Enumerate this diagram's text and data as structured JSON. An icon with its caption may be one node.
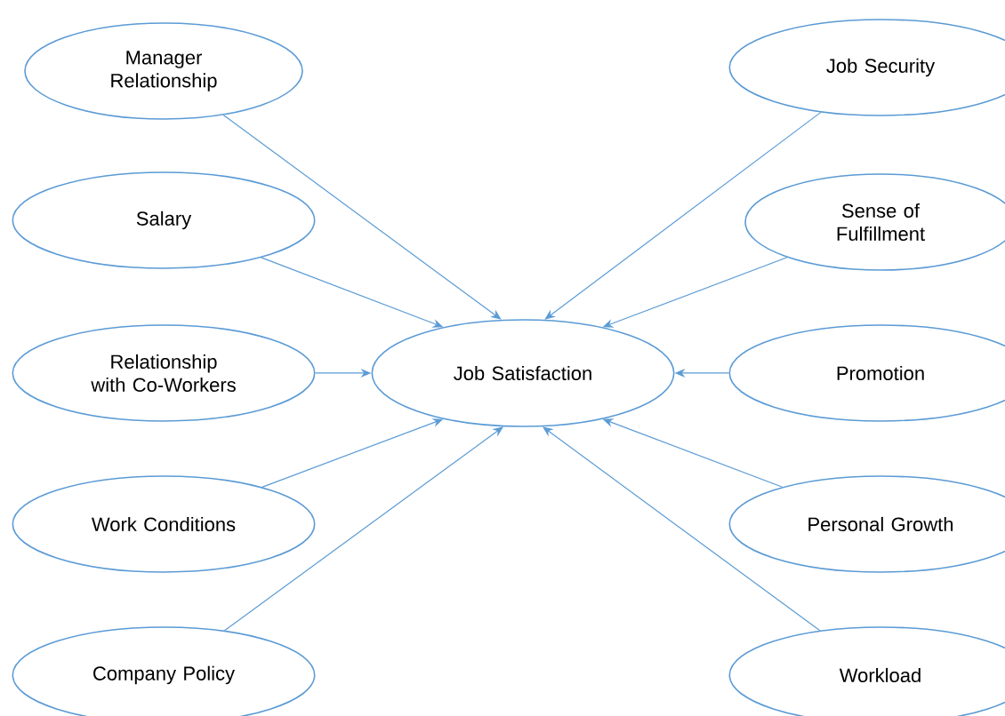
{
  "diagram": {
    "nodes": [
      {
        "text": [
          "Manager Relationship"
        ]
      },
      {
        "text": [
          "Job Security"
        ]
      },
      {
        "text": [
          "Salary"
        ]
      },
      {
        "text": [
          "Sense of Fulfillment"
        ]
      },
      {
        "text": [
          "Relationship with Co-Workers"
        ]
      },
      {
        "text": [
          "Job Satisfaction"
        ]
      },
      {
        "text": [
          "Promotion"
        ]
      },
      {
        "text": [
          "Work Conditions"
        ]
      },
      {
        "text": [
          "Personal Growth"
        ]
      },
      {
        "text": [
          "Company Policy"
        ]
      },
      {
        "text": [
          "Workload"
        ]
      }
    ],
    "edges": [
      {
        "from": 0,
        "to": 5,
        "arrow": "to"
      },
      {
        "from": 1,
        "to": 5,
        "arrow": "to"
      },
      {
        "from": 2,
        "to": 5,
        "arrow": "to"
      },
      {
        "from": 3,
        "to": 5,
        "arrow": "to"
      },
      {
        "from": 4,
        "to": 5,
        "arrow": "to"
      },
      {
        "from": 6,
        "to": 5,
        "arrow": "to"
      },
      {
        "from": 7,
        "to": 5,
        "arrow": "to"
      },
      {
        "from": 8,
        "to": 5,
        "arrow": "to"
      },
      {
        "from": 9,
        "to": 5,
        "arrow": "to"
      },
      {
        "from": 10,
        "to": 5,
        "arrow": "to"
      }
    ]
  }
}
